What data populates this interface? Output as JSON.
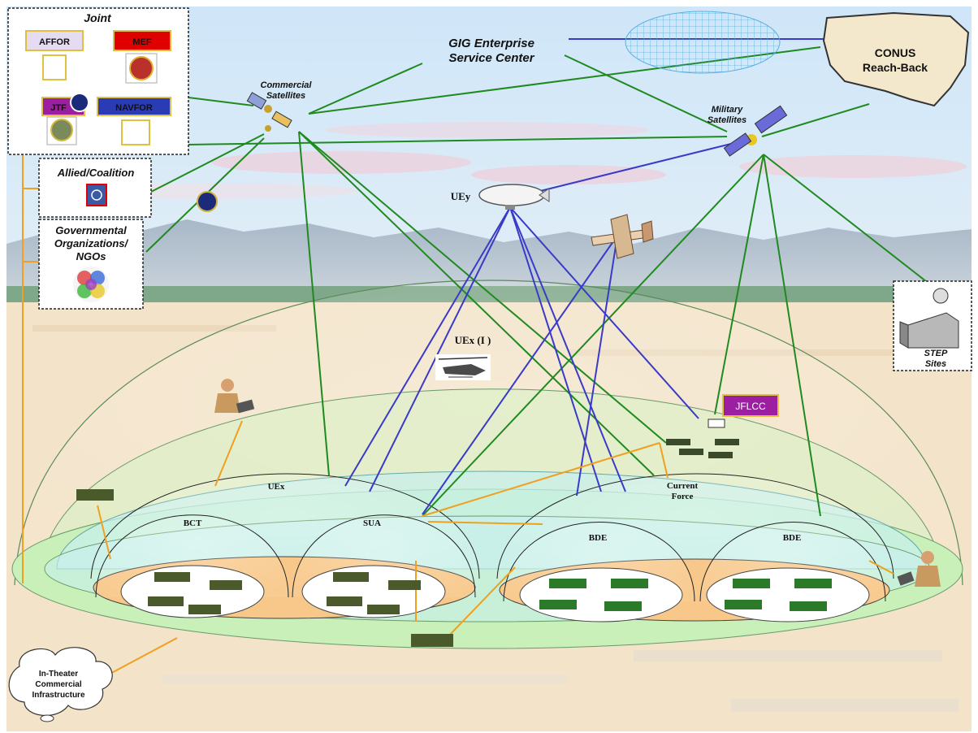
{
  "joint": {
    "title": "Joint",
    "boxes": [
      {
        "label": "AFFOR",
        "fill": "#e6dcf2",
        "text": "#222"
      },
      {
        "label": "MEF",
        "fill": "#e00000",
        "text": "#ffe000"
      },
      {
        "label": "JTF",
        "fill": "#9b1fa0",
        "text": "#ffffff"
      },
      {
        "label": "NAVFOR",
        "fill": "#2b3bb5",
        "text": "#ffffff"
      }
    ]
  },
  "side_boxes": {
    "allied": "Allied/Coalition",
    "gov_line1": "Governmental",
    "gov_line2": "Organizations/",
    "gov_line3": "NGOs"
  },
  "gig": {
    "line1": "GIG Enterprise",
    "line2": "Service Center"
  },
  "conus": {
    "line1": "CONUS",
    "line2": "Reach-Back"
  },
  "commercial_sat": {
    "line1": "Commercial",
    "line2": "Satellites"
  },
  "military_sat": {
    "line1": "Military",
    "line2": "Satellites"
  },
  "uey": "UEy",
  "uex_i": "UEx (I )",
  "jflcc": "JFLCC",
  "step": {
    "line1": "STEP",
    "line2": "Sites"
  },
  "domes": {
    "uex": "UEx",
    "bct": "BCT",
    "sua": "SUA",
    "current_force_1": "Current",
    "current_force_2": "Force",
    "bde_left": "BDE",
    "bde_right": "BDE"
  },
  "infra": {
    "line1": "In-Theater",
    "line2": "Commercial",
    "line3": "Infrastructure"
  },
  "colors": {
    "green_link": "#1f8a1f",
    "blue_link": "#3a3ac8",
    "orange_link": "#f0a020",
    "sky_top": "#d8ecfa",
    "ground": "#f3e3c8"
  }
}
